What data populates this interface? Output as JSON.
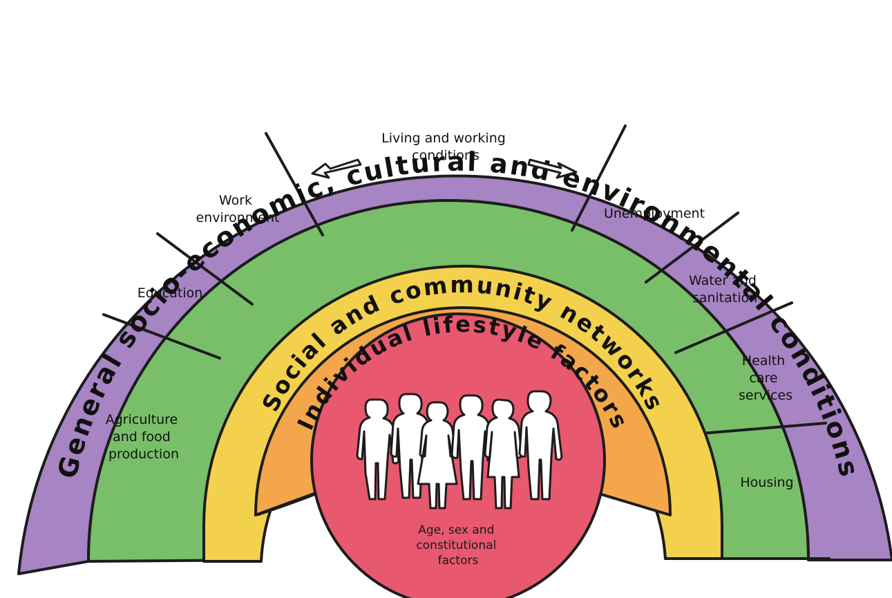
{
  "colors": {
    "outer_band": "#a784c3",
    "sectors": "#79bf6a",
    "social_band": "#f3d14c",
    "lifestyle_band": "#f4a64a",
    "core": "#e8586f",
    "outline": "#1c1c1c"
  },
  "layers": {
    "outer": "General socio-economic, cultural and environmental conditions",
    "social": "Social and community networks",
    "lifestyle": "Individual lifestyle factors",
    "core": [
      "Age, sex and",
      "constitutional",
      "factors"
    ]
  },
  "sectors": {
    "agriculture": [
      "Agriculture",
      "and food",
      "production"
    ],
    "education": [
      "Education"
    ],
    "work": [
      "Work",
      "environment"
    ],
    "living": [
      "Living and working",
      "conditions"
    ],
    "unemployment": [
      "Unemployment"
    ],
    "water": [
      "Water and",
      "sanitation"
    ],
    "health": [
      "Health",
      "care",
      "services"
    ],
    "housing": [
      "Housing"
    ]
  },
  "icons": {
    "core_figures": "group-of-people-silhouettes-icon",
    "arrows": "double-direction-arrows-icon"
  }
}
